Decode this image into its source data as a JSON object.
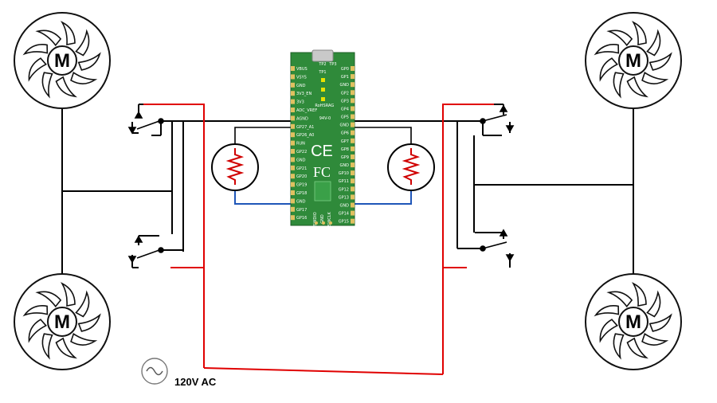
{
  "power_label": "120V AC",
  "motor_label": "M",
  "board": {
    "top_text": [
      "TP2",
      "TP3",
      "TP1"
    ],
    "left_pins": [
      "VBUS",
      "VSYS",
      "GND",
      "3V3_EN",
      "3V3",
      "ADC_VREF",
      "AGND",
      "GP27_A1",
      "GP26_A0",
      "RUN",
      "GP22",
      "GND",
      "GP21",
      "GP20",
      "GP19",
      "GP18",
      "GND",
      "GP17",
      "GP16"
    ],
    "right_pins": [
      "GP0",
      "GP1",
      "GND",
      "GP2",
      "GP3",
      "GP4",
      "GP5",
      "GND",
      "GP6",
      "GP7",
      "GP8",
      "GP9",
      "GND",
      "GP10",
      "GP11",
      "GP12",
      "GP13",
      "GND",
      "GP14",
      "GP15"
    ],
    "bottom_pins": [
      "SWDIO",
      "GND",
      "SWCLK"
    ],
    "marks": [
      "RoHS",
      "RAG",
      "94V-0"
    ],
    "cert_ce": "CE",
    "cert_fc": "FC"
  },
  "colors": {
    "ac_wire": "#e00000",
    "signal_wire": "#1f56b8",
    "board": "#2f8a3a",
    "resistor": "#d00000"
  }
}
